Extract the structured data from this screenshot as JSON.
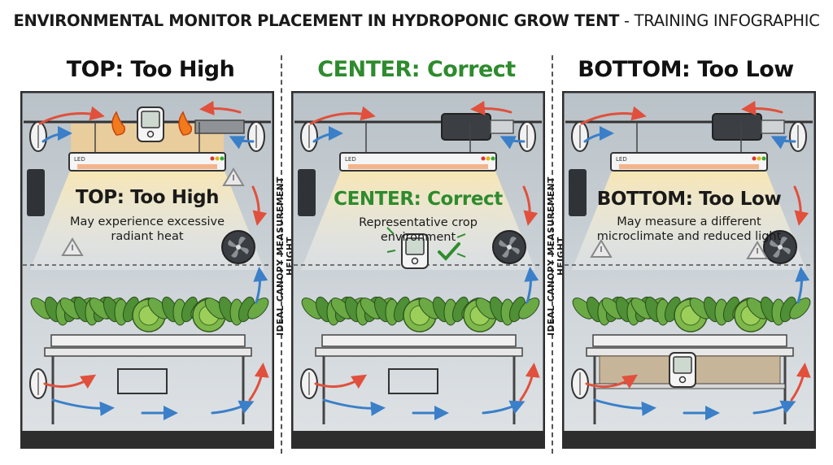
{
  "header": {
    "title": "ENVIRONMENTAL MONITOR PLACEMENT IN HYDROPONIC GROW TENT",
    "subtitle": "- TRAINING INFOGRAPHIC"
  },
  "panels": [
    {
      "heading": "TOP: Too High",
      "inner_heading": "TOP: Too High",
      "description": "May experience excessive radiant heat",
      "led_label": "LED",
      "heading_color": "#111111",
      "monitor_position": "top"
    },
    {
      "heading": "CENTER: Correct",
      "inner_heading": "CENTER: Correct",
      "description": "Representative crop environment",
      "led_label": "LED",
      "heading_color": "#2e8b2e",
      "monitor_position": "center"
    },
    {
      "heading": "BOTTOM: Too Low",
      "inner_heading": "BOTTOM: Too Low",
      "description": "May measure a different microclimate and reduced light",
      "led_label": "LED",
      "heading_color": "#111111",
      "monitor_position": "bottom"
    }
  ],
  "canopy_label": "IDEAL CANOPY MEASUREMENT HEIGHT",
  "colors": {
    "warm_air": "#e0503c",
    "cool_air": "#3a7fc8",
    "correct_green": "#2e8b2e",
    "tent_frame": "#2d2d2d"
  }
}
